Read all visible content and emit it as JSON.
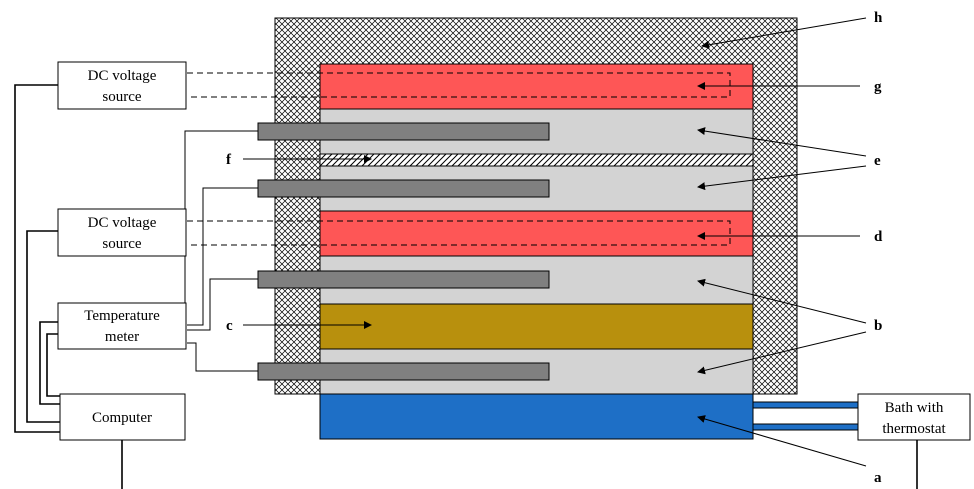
{
  "boxes": {
    "dc_source_top": [
      "DC voltage",
      "source"
    ],
    "dc_source_mid": [
      "DC voltage",
      "source"
    ],
    "temperature_meter": [
      "Temperature",
      "meter"
    ],
    "computer": "Computer",
    "bath": [
      "Bath with",
      "thermostat"
    ]
  },
  "labels": {
    "a": "a",
    "b": "b",
    "c": "c",
    "d": "d",
    "e": "e",
    "f": "f",
    "g": "g",
    "h": "h"
  },
  "colors": {
    "heater": "#fe5656",
    "sample": "#d3d3d3",
    "specimen": "#b8900d",
    "probe": "#808080",
    "cooling_plate": "#1e6fc6",
    "insulation_hatch": "#000000"
  }
}
